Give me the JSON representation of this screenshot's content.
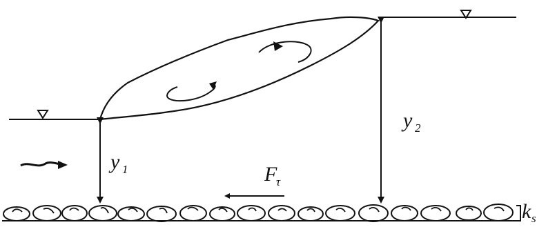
{
  "diagram": {
    "labels": {
      "y1": {
        "main": "y",
        "sub": "1"
      },
      "y2": {
        "main": "y",
        "sub": "2"
      },
      "force": {
        "main": "F",
        "sub": "τ"
      },
      "roughness": {
        "main": "k",
        "sub": "s"
      }
    },
    "symbols": {
      "free_surface": "water-surface-triangle",
      "flow": "flow-arrow",
      "force_direction": "leftward-arrow",
      "bed": "rough-bed-stones",
      "roller": "circulating-eddy-arrows"
    }
  }
}
